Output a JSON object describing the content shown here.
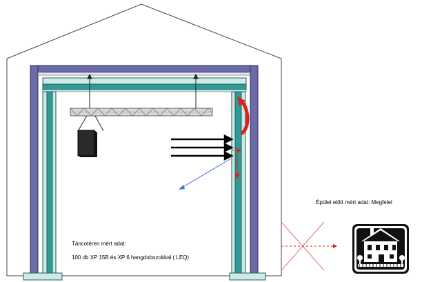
{
  "labels": {
    "dancefloor_title": "Táncotéren mért adat:",
    "dancefloor_desc": "100 db XP 15B és XP 6 hangdobozokkal ( LEQ)",
    "outside_building": "Épület előtt mért adat: Megfelel"
  },
  "icons": {
    "speaker": "speaker-box-icon",
    "house": "house-icon"
  },
  "colors": {
    "wall_outer": "#6b6ba8",
    "wall_inner": "#2f9b94",
    "wall_light": "#cfe9e6",
    "truss": "#9a9a9a",
    "red_arrow": "#e02020",
    "blue_arrow": "#3a6fd8",
    "cross": "#e27070"
  }
}
